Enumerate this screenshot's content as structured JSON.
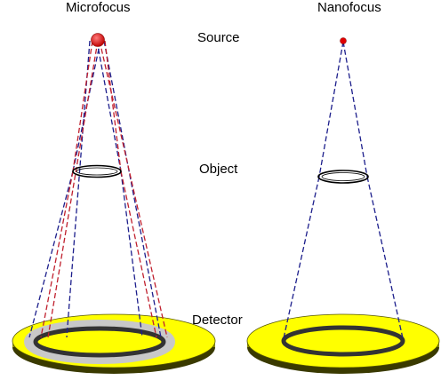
{
  "labels": {
    "microfocus": "Microfocus",
    "nanofocus": "Nanofocus",
    "source": "Source",
    "object": "Object",
    "detector": "Detector"
  },
  "colors": {
    "detector_face": "#ffff00",
    "detector_edge": "#8f8f00",
    "detector_rim": "#3a3a00",
    "penumbra_ring": "#c8c8c8",
    "shadow_ring": "#333333",
    "source_dot": "#e00000",
    "beam_red": "#c0202e",
    "beam_blue": "#1d1f8c",
    "object_ring": "#000000"
  }
}
